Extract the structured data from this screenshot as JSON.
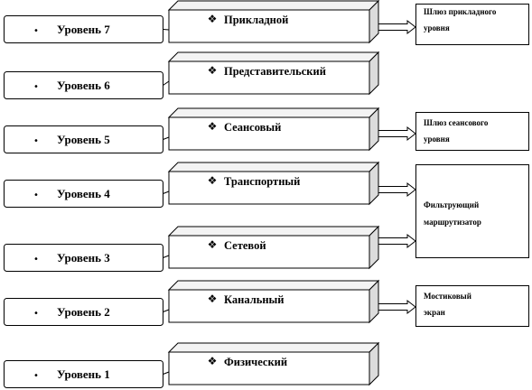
{
  "bullet_glyph": "•",
  "diamond_glyph": "❖",
  "levels": [
    {
      "label": "Уровень 7",
      "name": "Прикладной"
    },
    {
      "label": "Уровень 6",
      "name": "Представительский"
    },
    {
      "label": "Уровень 5",
      "name": "Сеансовый"
    },
    {
      "label": "Уровень 4",
      "name": "Транспортный"
    },
    {
      "label": "Уровень 3",
      "name": "Сетевой"
    },
    {
      "label": "Уровень 2",
      "name": "Канальный"
    },
    {
      "label": "Уровень 1",
      "name": "Физический"
    }
  ],
  "devices": [
    {
      "lines": [
        "Шлюз прикладного",
        "уровня"
      ]
    },
    {
      "lines": [
        "Шлюз сеансового",
        "уровня"
      ]
    },
    {
      "lines": [
        "Фильтрующий",
        "маршрутизатор"
      ]
    },
    {
      "lines": [
        "Мостиковый",
        "экран"
      ]
    }
  ]
}
